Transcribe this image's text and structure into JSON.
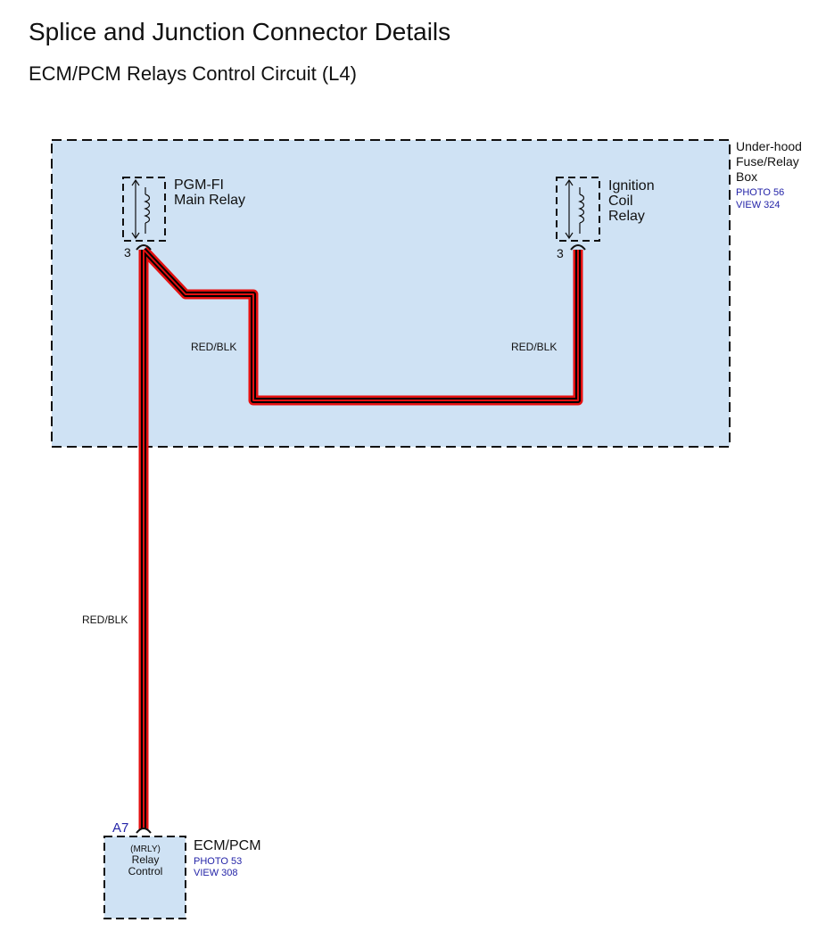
{
  "title": "Splice and Junction Connector Details",
  "subtitle": "ECM/PCM Relays Control Circuit (L4)",
  "fuse_box": {
    "name_lines": [
      "Under-hood",
      "Fuse/Relay",
      "Box"
    ],
    "photo": "PHOTO 56",
    "view": "VIEW 324"
  },
  "main_relay": {
    "name_lines": [
      "PGM-FI",
      "Main Relay"
    ],
    "pin": "3"
  },
  "coil_relay": {
    "name_lines": [
      "Ignition",
      "Coil",
      "Relay"
    ],
    "pin": "3"
  },
  "ecm": {
    "name": "ECM/PCM",
    "photo": "PHOTO 53",
    "view": "VIEW 308",
    "pin": "A7",
    "func_lines": [
      "(MRLY)",
      "Relay",
      "Control"
    ]
  },
  "wires": {
    "left_upper": "RED/BLK",
    "right_upper": "RED/BLK",
    "lower": "RED/BLK"
  },
  "colors": {
    "box_fill": "#cfe2f4",
    "wire_outer": "#e41010",
    "wire_inner": "#000000",
    "reference_text": "#2424a8"
  }
}
